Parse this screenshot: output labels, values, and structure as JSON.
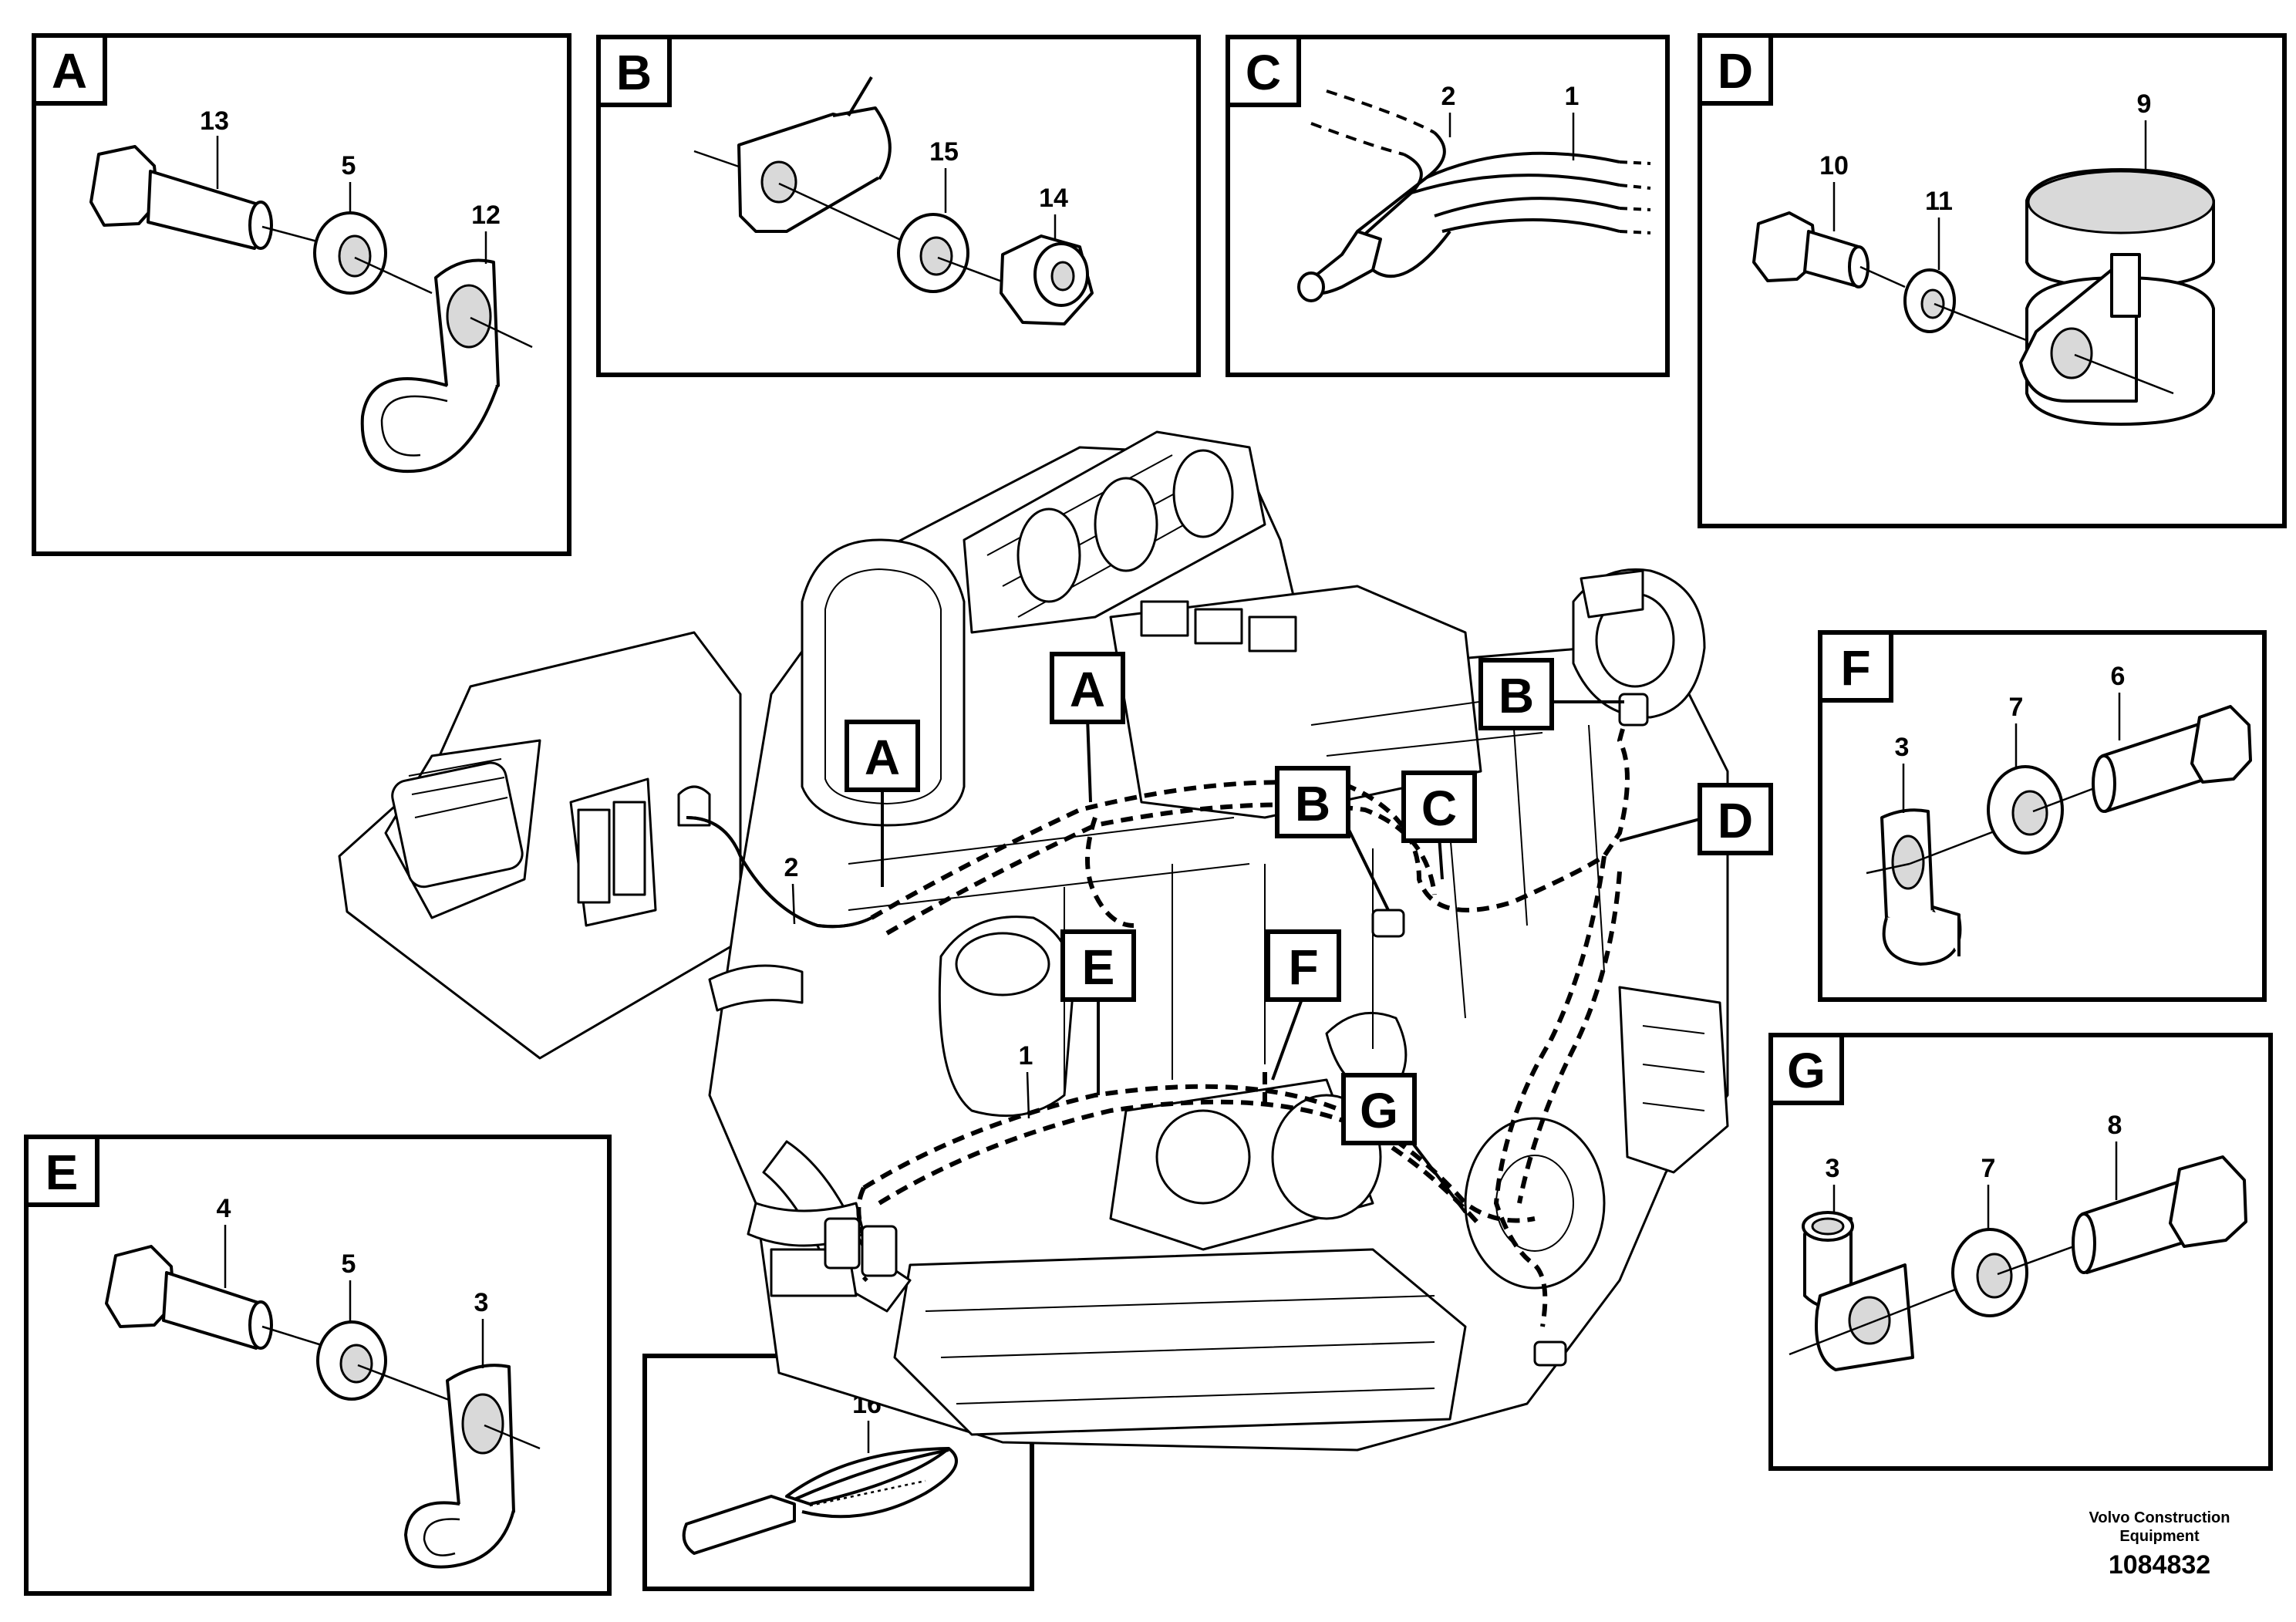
{
  "panels": {
    "A": {
      "letter": "A",
      "callouts": [
        "13",
        "5",
        "12"
      ]
    },
    "B": {
      "letter": "B",
      "callouts": [
        "15",
        "14"
      ]
    },
    "C": {
      "letter": "C",
      "callouts": [
        "2",
        "1"
      ]
    },
    "D": {
      "letter": "D",
      "callouts": [
        "9",
        "10",
        "11"
      ]
    },
    "E": {
      "letter": "E",
      "callouts": [
        "4",
        "5",
        "3"
      ]
    },
    "F": {
      "letter": "F",
      "callouts": [
        "6",
        "7",
        "3"
      ]
    },
    "G": {
      "letter": "G",
      "callouts": [
        "3",
        "7",
        "8"
      ]
    },
    "H": {
      "callouts": [
        "16"
      ]
    }
  },
  "engine_labels": [
    "A",
    "A",
    "B",
    "C",
    "B",
    "D",
    "E",
    "F",
    "G"
  ],
  "engine_callouts": [
    "2",
    "1"
  ],
  "footer": {
    "brand": "Volvo Construction\nEquipment",
    "code": "1084832"
  }
}
